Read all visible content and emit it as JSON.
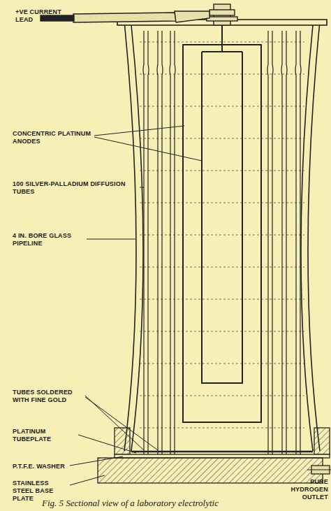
{
  "diagram": {
    "caption": "Fig. 5  Sectional view of a laboratory electrolytic",
    "labels": [
      "+VE CURRENT LEAD",
      "CONCENTRIC PLATINUM ANODES",
      "100 SILVER-PALLADIUM DIFFUSION TUBES",
      "4 IN. BORE GLASS PIPELINE",
      "TUBES SOLDERED WITH FINE GOLD",
      "PLATINUM TUBEPLATE",
      "P.T.F.E. WASHER",
      "STAINLESS STEEL BASE PLATE",
      "PURE HYDROGEN OUTLET"
    ]
  }
}
